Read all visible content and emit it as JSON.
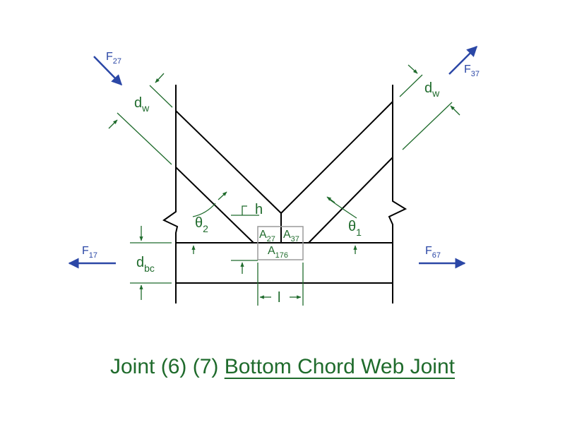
{
  "colors": {
    "line": "#000000",
    "dim": "#1f6b2c",
    "force": "#2b47a6",
    "box": "#9a9a9a"
  },
  "labels": {
    "F27": {
      "base": "F",
      "sub": "27"
    },
    "F37": {
      "base": "F",
      "sub": "37"
    },
    "F17": {
      "base": "F",
      "sub": "17"
    },
    "F67": {
      "base": "F",
      "sub": "67"
    },
    "dw_left": {
      "base": "d",
      "sub": "w"
    },
    "dw_right": {
      "base": "d",
      "sub": "w"
    },
    "dbc": {
      "base": "d",
      "sub": "bc"
    },
    "theta2": {
      "base": "θ",
      "sub": "2"
    },
    "theta1": {
      "base": "θ",
      "sub": "1"
    },
    "h": "h",
    "l": "l",
    "A27": {
      "base": "A",
      "sub": "27"
    },
    "A37": {
      "base": "A",
      "sub": "37"
    },
    "A176": {
      "base": "A",
      "sub": "176"
    }
  },
  "caption": {
    "prefix": "Joint (6) (7) ",
    "underlined": "Bottom Chord Web Joint"
  }
}
